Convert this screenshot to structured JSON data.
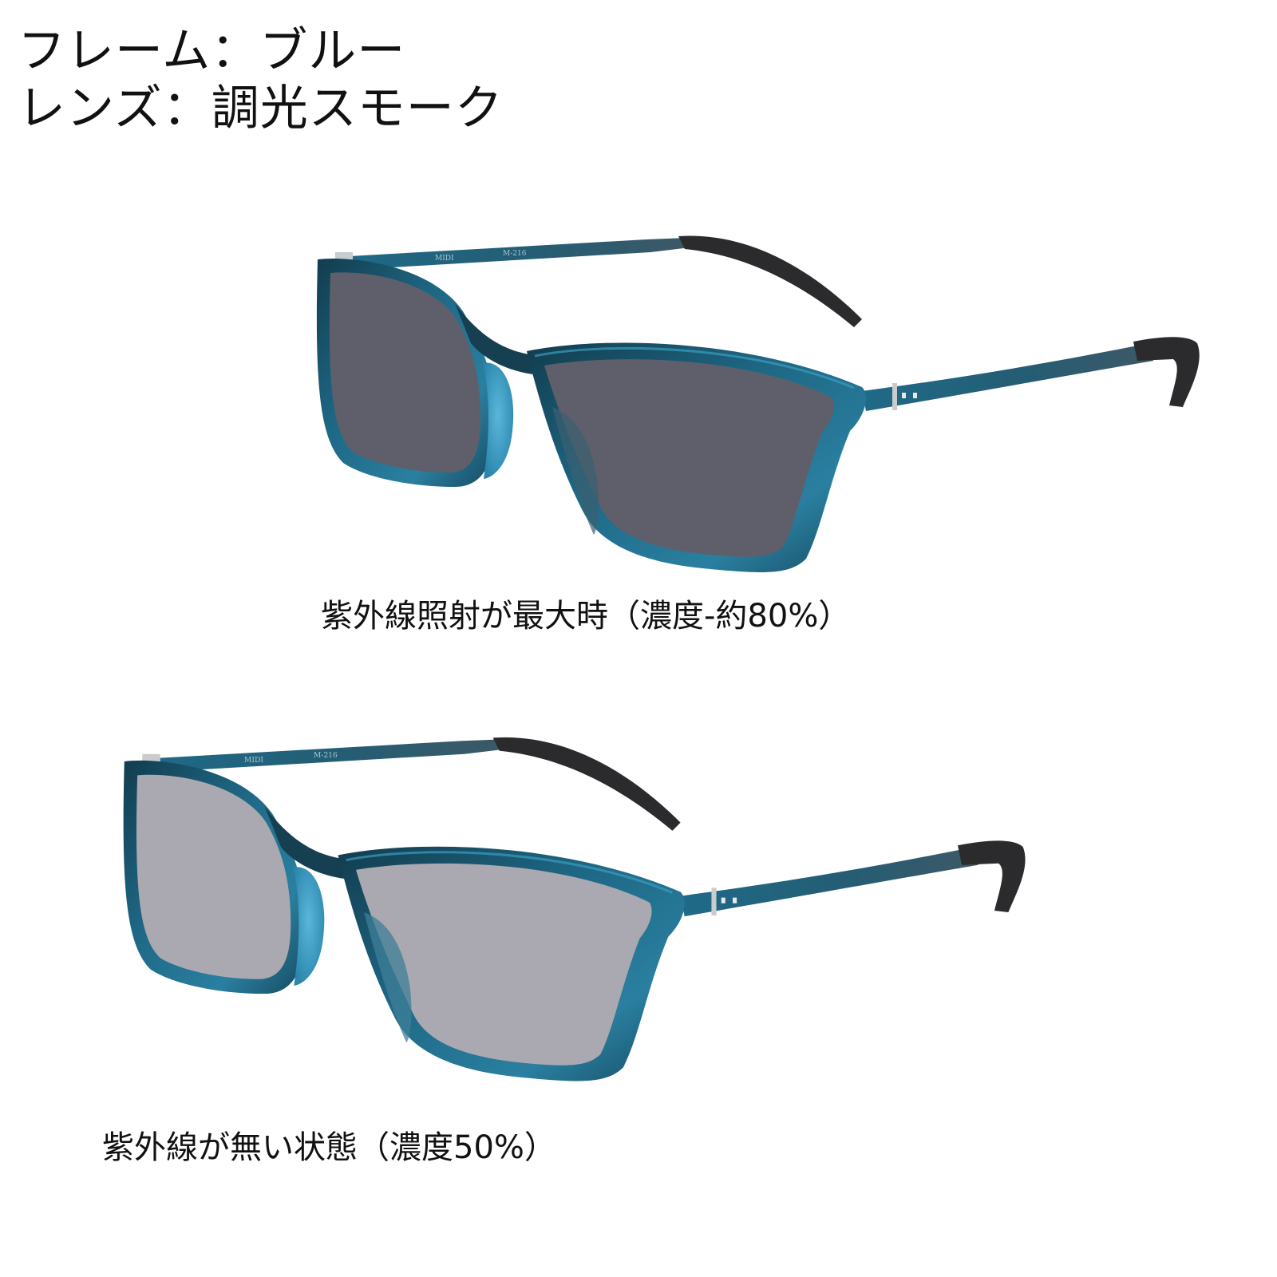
{
  "header": {
    "frame_line": "フレーム：ブルー",
    "lens_line": "レンズ：調光スモーク"
  },
  "products": [
    {
      "id": "uv-max",
      "caption": "紫外線照射が最大時（濃度-約80%）",
      "lens_density_percent": 80,
      "lens_color": "#5f5f6b",
      "temple_text": [
        "MIDI",
        "M-216"
      ]
    },
    {
      "id": "uv-none",
      "caption": "紫外線が無い状態（濃度50%）",
      "lens_density_percent": 50,
      "lens_color": "#aaa9b1",
      "temple_text": [
        "MIDI",
        "M-216"
      ]
    }
  ],
  "colors": {
    "frame_main": "#1e6784",
    "frame_dark": "#123c4e",
    "frame_highlight": "#3b9cc0",
    "nose_pad": "#3ea2c8",
    "temple_tip": "#2b2b2e",
    "hinge": "#c9cccf",
    "background": "#ffffff",
    "text": "#111111"
  }
}
